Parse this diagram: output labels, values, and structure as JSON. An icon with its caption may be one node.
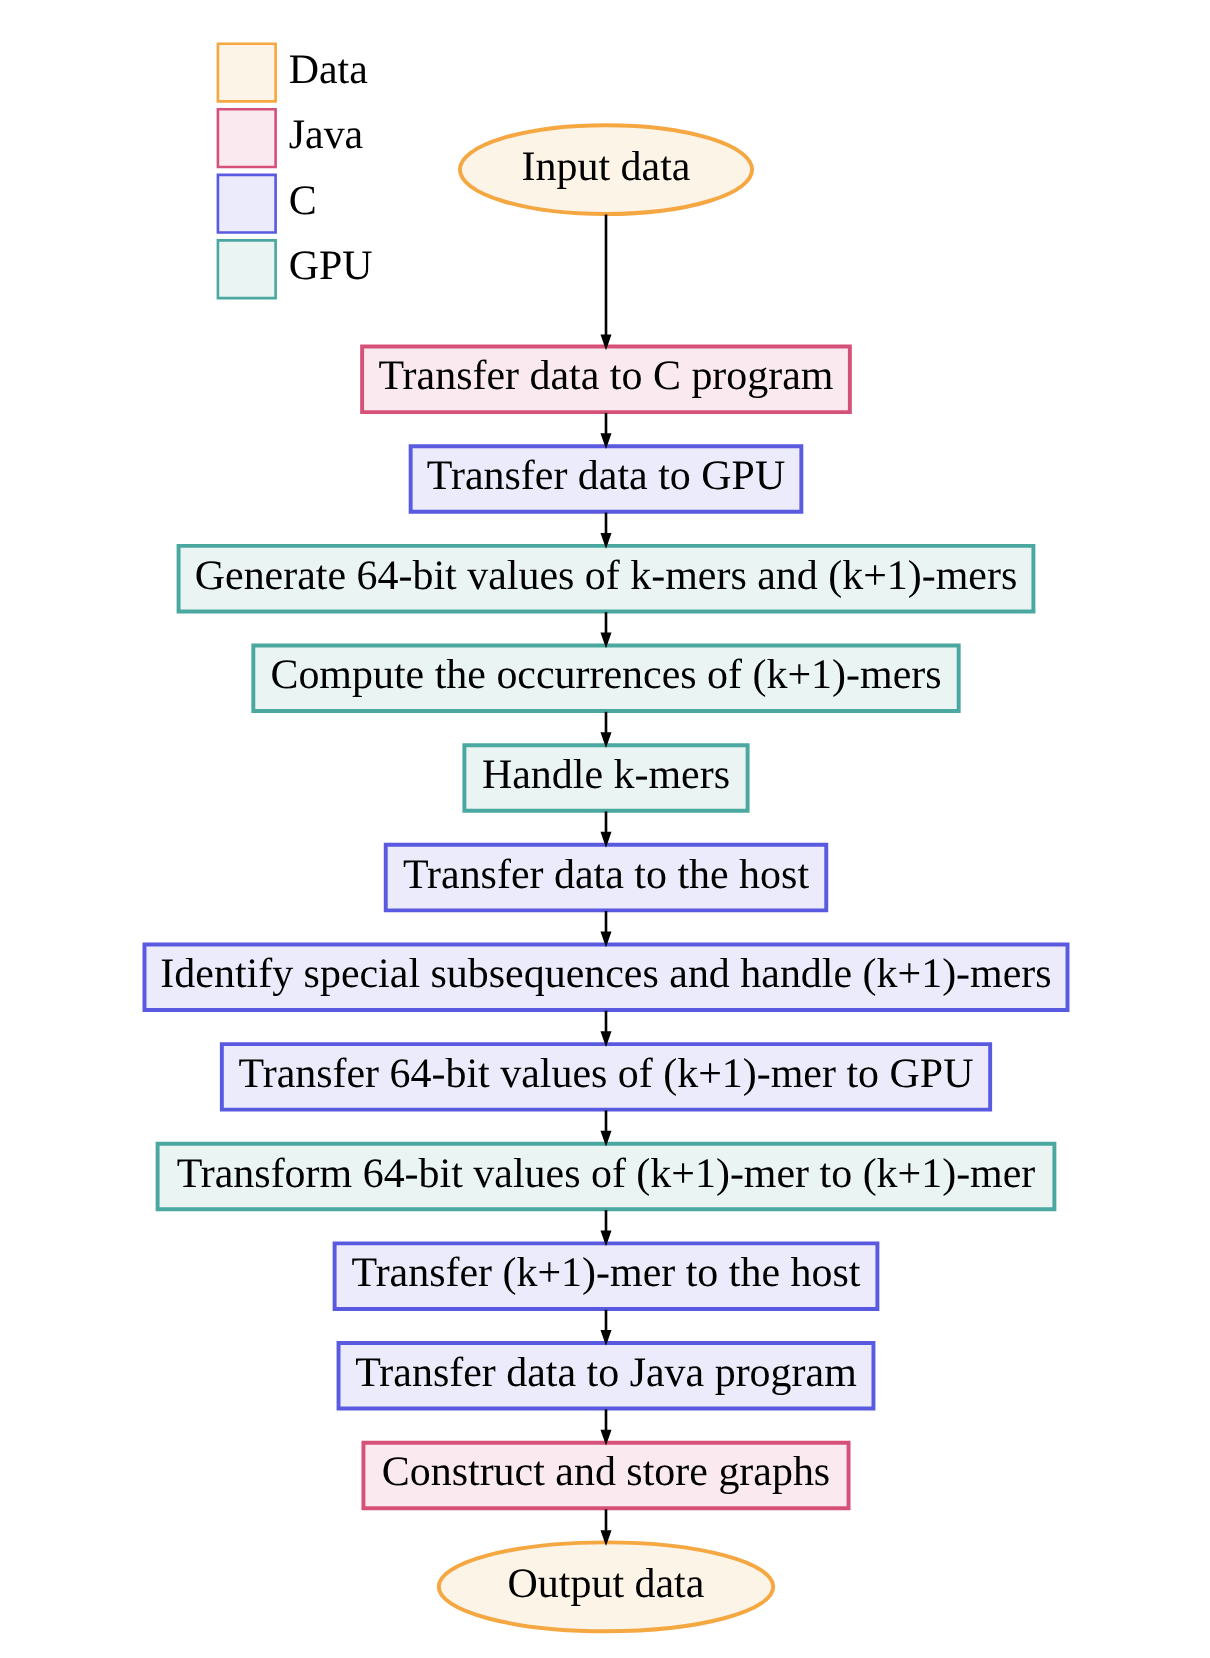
{
  "diagram": {
    "nodes": [
      {
        "text": [
          "Input data"
        ]
      },
      {
        "text": [
          "Transfer data to C program"
        ]
      },
      {
        "text": [
          "Transfer data to GPU"
        ]
      },
      {
        "text": [
          "Generate 64-bit values of k-mers and (k+1)-mers"
        ]
      },
      {
        "text": [
          "Compute the occurrences of (k+1)-mers"
        ]
      },
      {
        "text": [
          "Handle k-mers"
        ]
      },
      {
        "text": [
          "Transfer data to the host"
        ]
      },
      {
        "text": [
          "Identify special subsequences and handle (k+1)-mers"
        ]
      },
      {
        "text": [
          "Transfer 64-bit values of (k+1)-mer to GPU"
        ]
      },
      {
        "text": [
          "Transform 64-bit values of (k+1)-mer to (k+1)-mer"
        ]
      },
      {
        "text": [
          "Transfer (k+1)-mer to the host"
        ]
      },
      {
        "text": [
          "Transfer data to Java program"
        ]
      },
      {
        "text": [
          "Construct and store graphs"
        ]
      },
      {
        "text": [
          "Output data"
        ]
      }
    ],
    "edges": [
      {
        "from": 0,
        "to": 1,
        "arrow": "to"
      },
      {
        "from": 1,
        "to": 2,
        "arrow": "to"
      },
      {
        "from": 2,
        "to": 3,
        "arrow": "to"
      },
      {
        "from": 3,
        "to": 4,
        "arrow": "to"
      },
      {
        "from": 4,
        "to": 5,
        "arrow": "to"
      },
      {
        "from": 5,
        "to": 6,
        "arrow": "to"
      },
      {
        "from": 6,
        "to": 7,
        "arrow": "to"
      },
      {
        "from": 7,
        "to": 8,
        "arrow": "to"
      },
      {
        "from": 8,
        "to": 9,
        "arrow": "to"
      },
      {
        "from": 9,
        "to": 10,
        "arrow": "to"
      },
      {
        "from": 10,
        "to": 11,
        "arrow": "to"
      },
      {
        "from": 11,
        "to": 12,
        "arrow": "to"
      },
      {
        "from": 12,
        "to": 13,
        "arrow": "to"
      }
    ],
    "legend": [
      {
        "text": "Data",
        "color": "#f5a742"
      },
      {
        "text": "Java",
        "color": "#d6517a"
      },
      {
        "text": "C",
        "color": "#5a5ae0"
      },
      {
        "text": "GPU",
        "color": "#4aa8a0"
      }
    ]
  }
}
